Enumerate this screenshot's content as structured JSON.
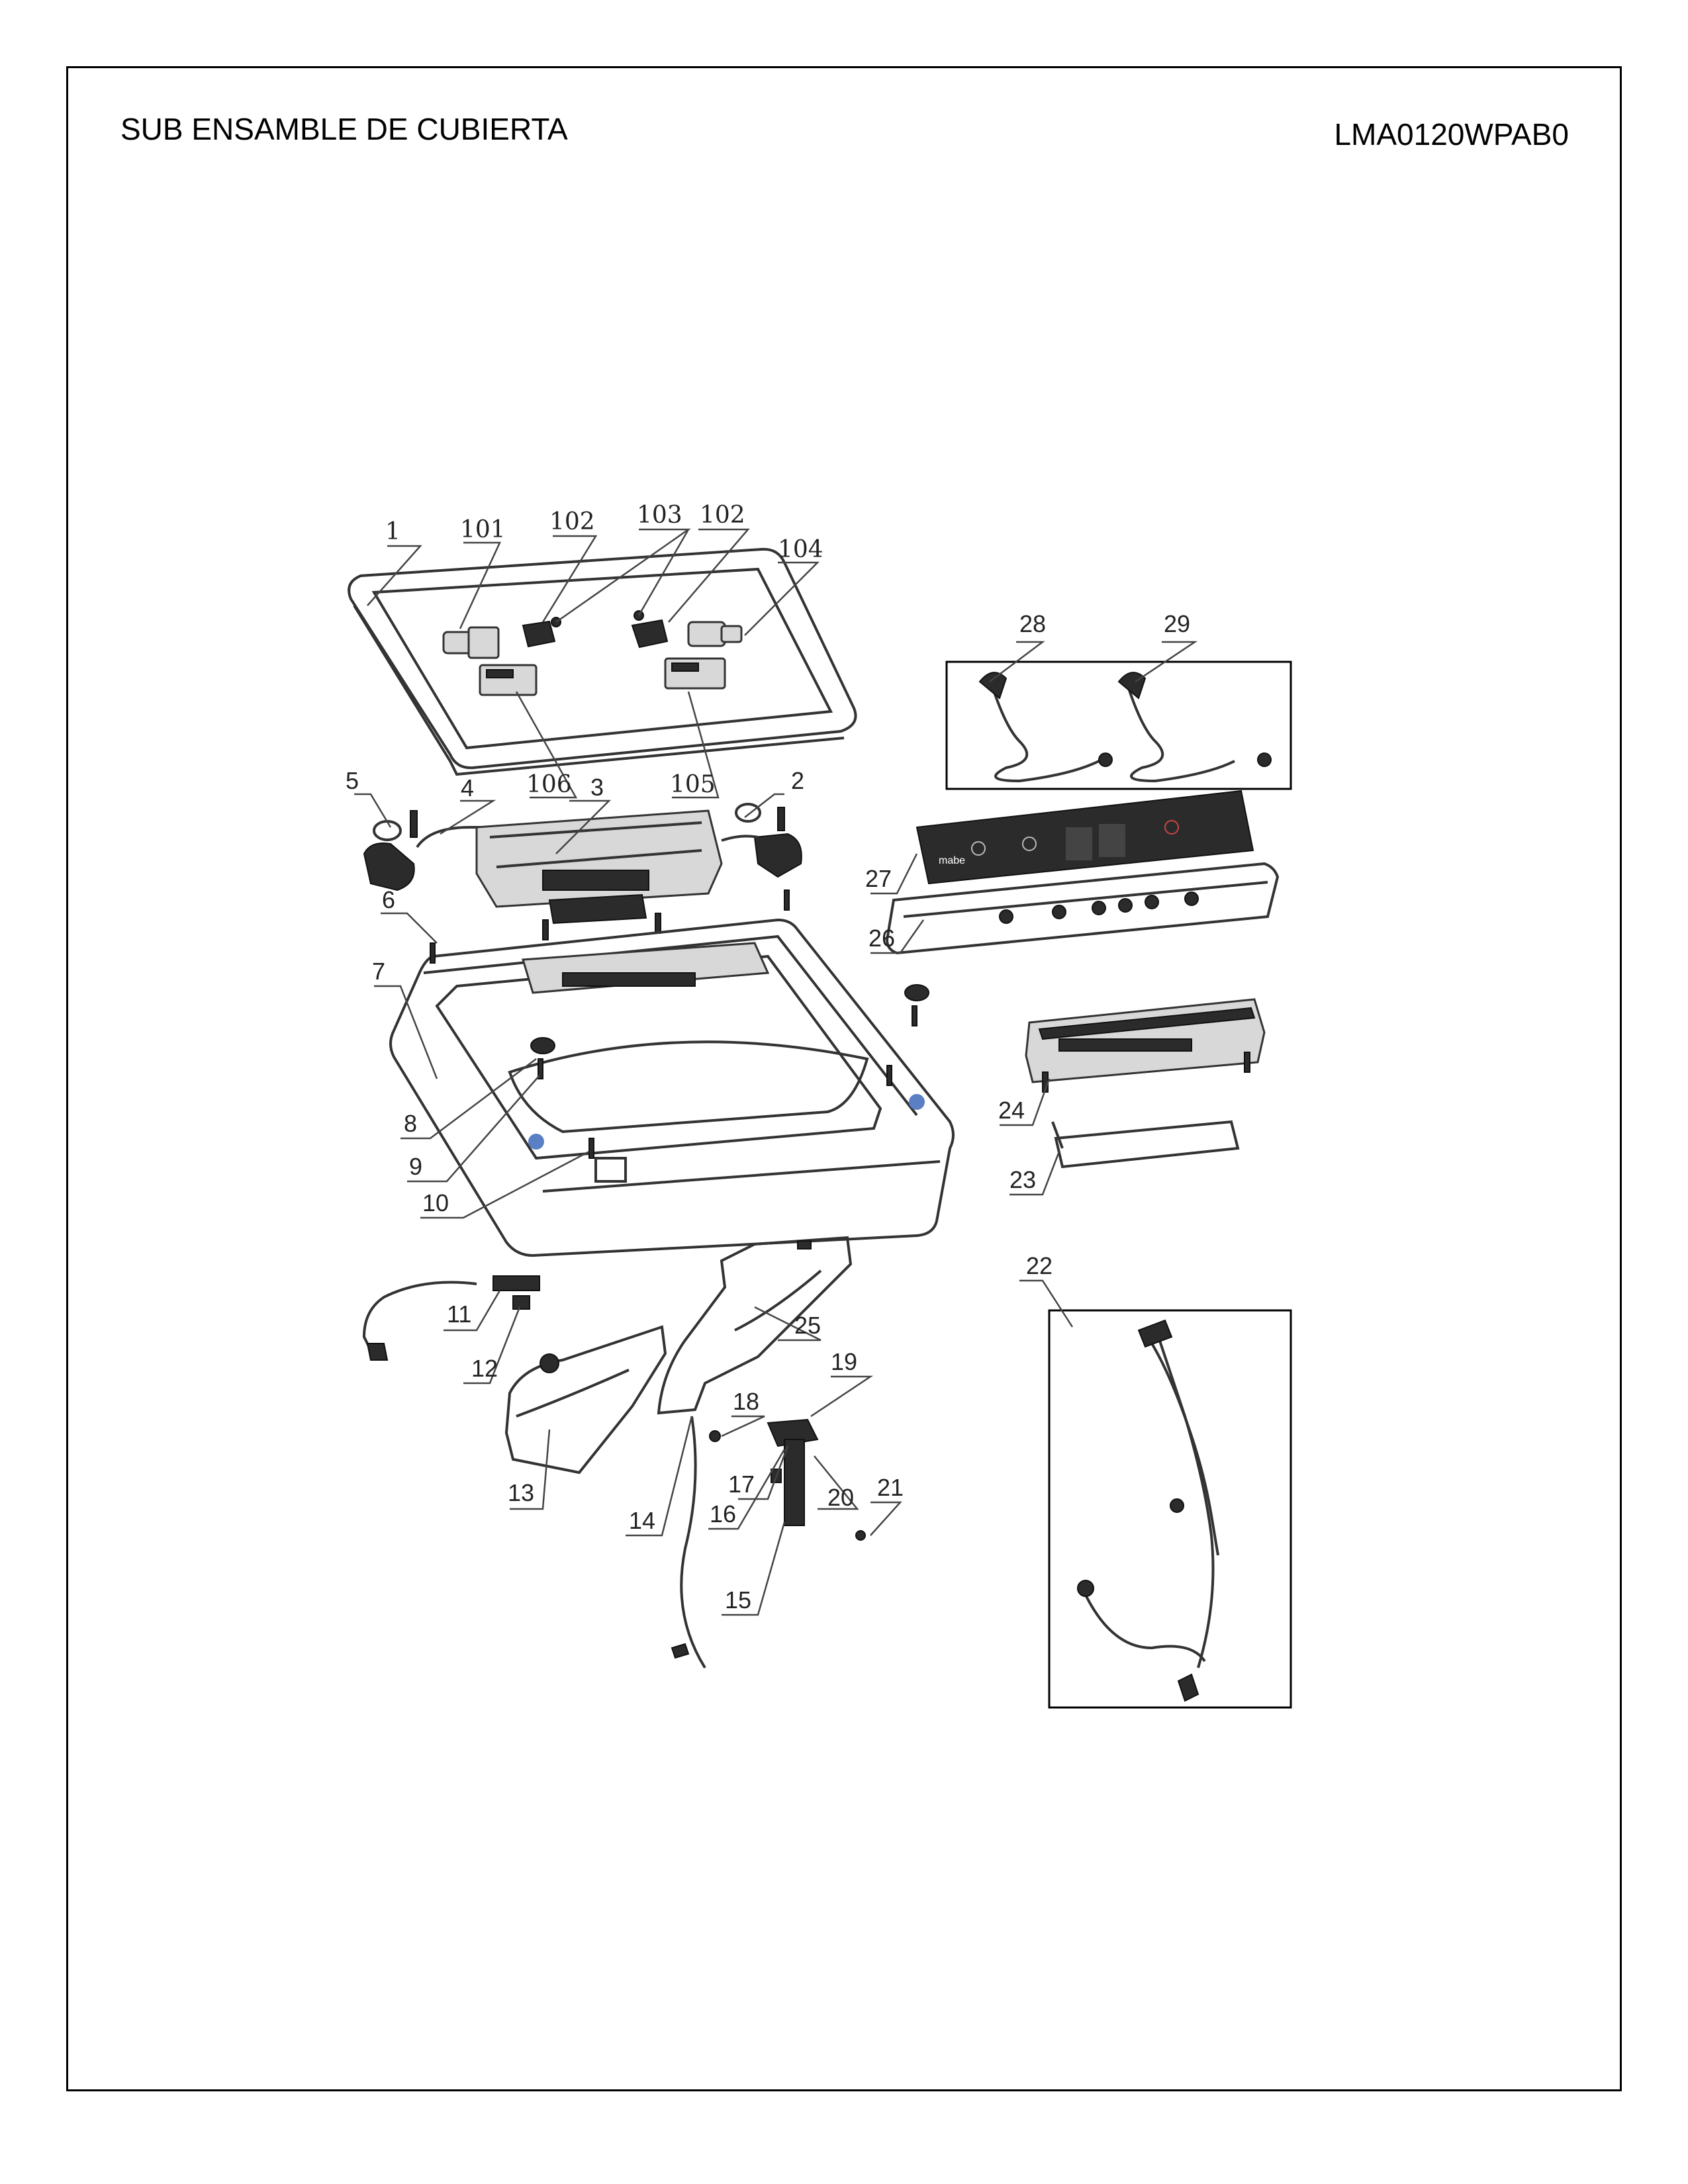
{
  "header": {
    "title": "SUB ENSAMBLE DE CUBIERTA",
    "model": "LMA0120WPAB0"
  },
  "callouts": [
    "1",
    "101",
    "102",
    "103",
    "102",
    "104",
    "106",
    "105",
    "5",
    "4",
    "3",
    "2",
    "6",
    "7",
    "8",
    "9",
    "10",
    "28",
    "29",
    "27",
    "26",
    "24",
    "23",
    "22",
    "11",
    "12",
    "13",
    "25",
    "18",
    "19",
    "17",
    "16",
    "20",
    "21",
    "14",
    "15"
  ],
  "panel_text": {
    "brand": "mabe"
  }
}
